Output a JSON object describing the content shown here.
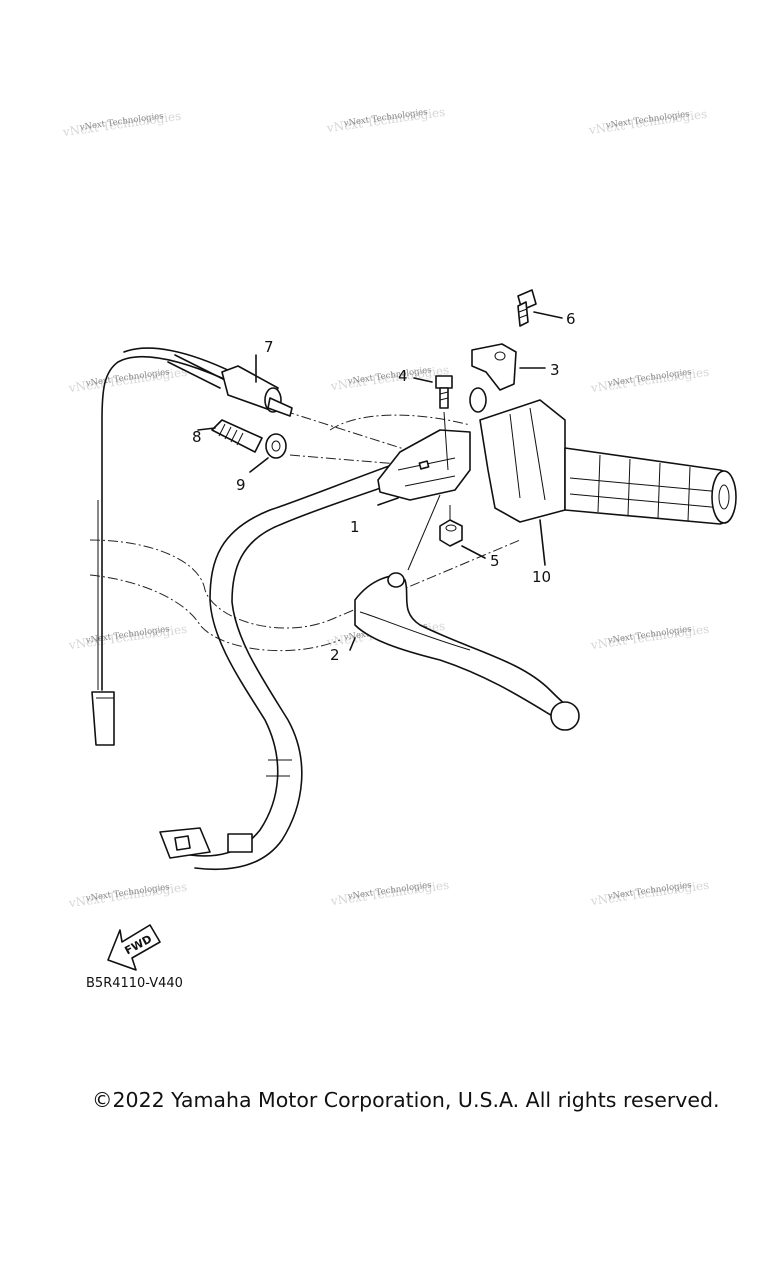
{
  "diagram": {
    "code": "B5R4110-V440",
    "copyright": "©2022 Yamaha Motor Corporation, U.S.A. All rights reserved.",
    "fwd_label": "FWD",
    "watermark": "vNext Technologies",
    "callouts": [
      {
        "id": "1",
        "label": "1"
      },
      {
        "id": "2",
        "label": "2"
      },
      {
        "id": "3",
        "label": "3"
      },
      {
        "id": "4",
        "label": "4"
      },
      {
        "id": "5",
        "label": "5"
      },
      {
        "id": "6",
        "label": "6"
      },
      {
        "id": "7",
        "label": "7"
      },
      {
        "id": "8",
        "label": "8"
      },
      {
        "id": "9",
        "label": "9"
      },
      {
        "id": "10",
        "label": "10"
      }
    ]
  }
}
